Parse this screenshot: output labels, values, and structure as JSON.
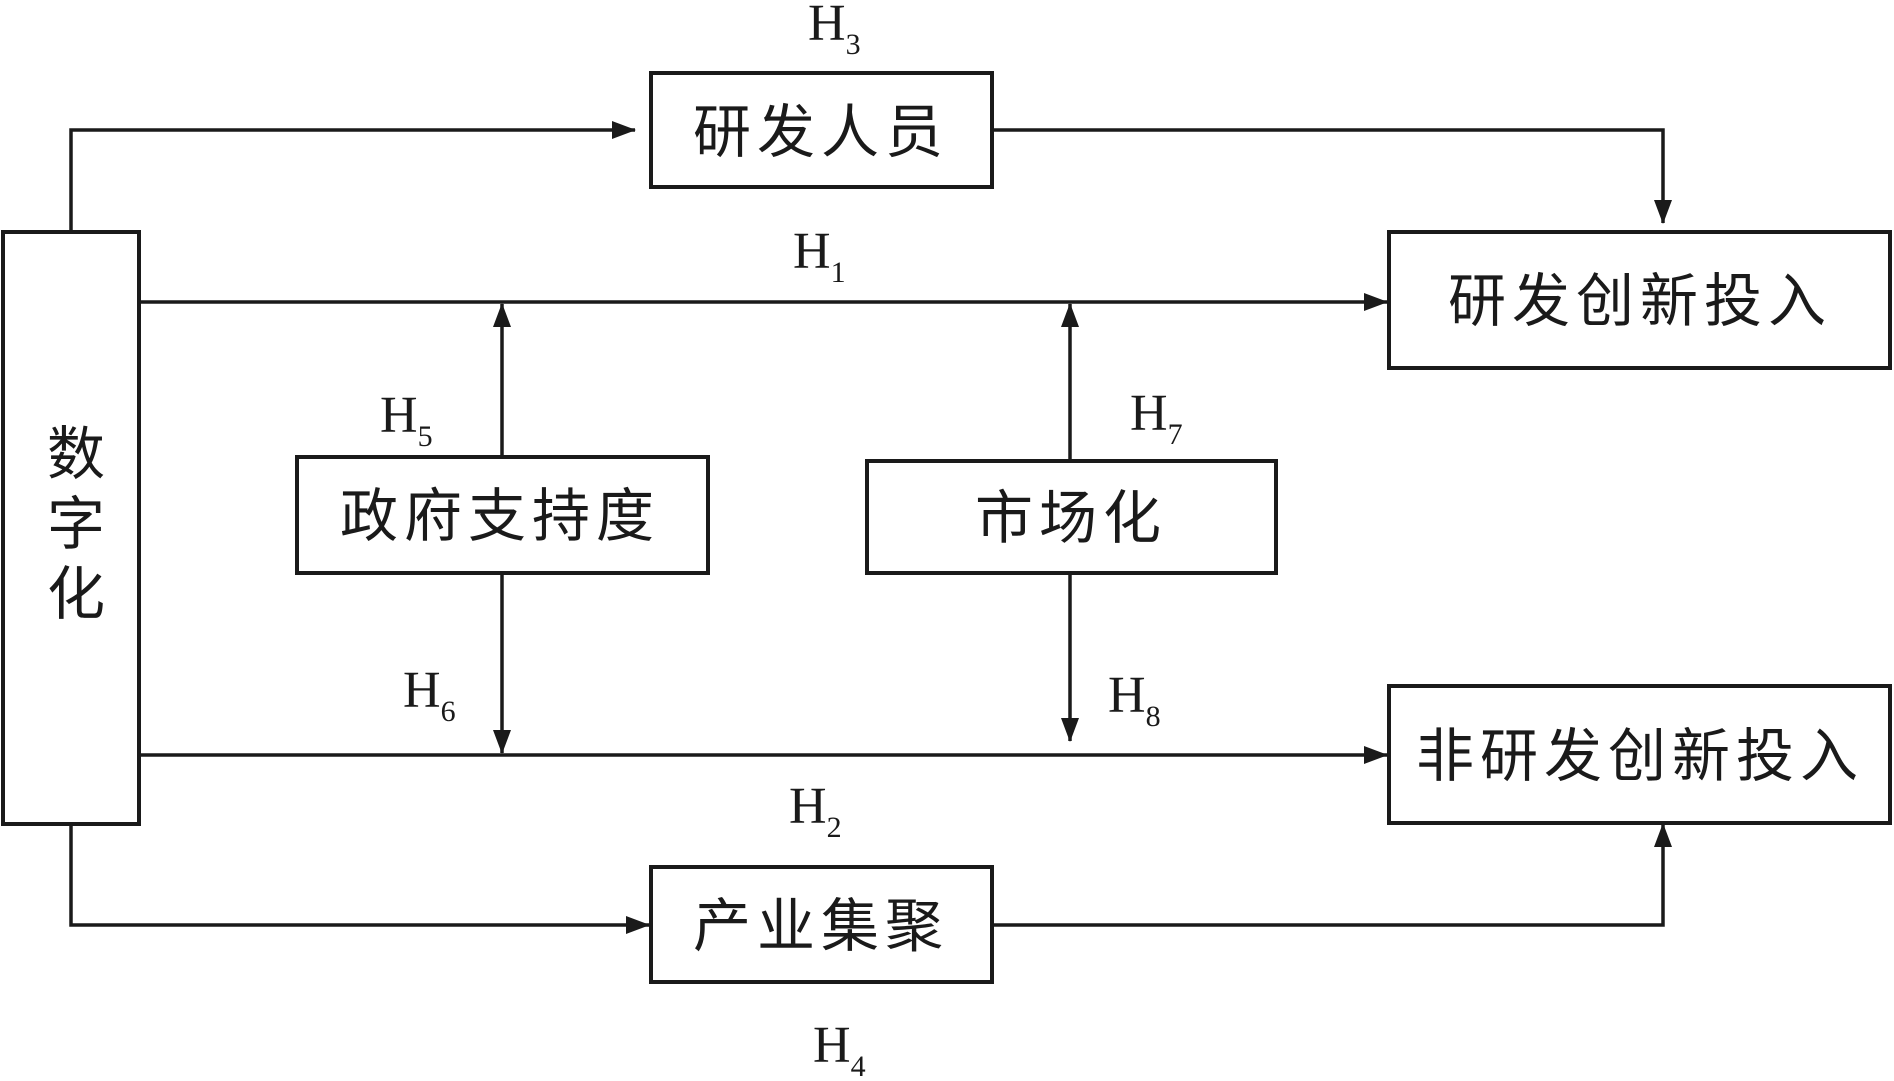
{
  "colors": {
    "stroke": "#1a1a1a",
    "background": "#ffffff"
  },
  "nodes": {
    "digitalization": "数字化",
    "rd_personnel": "研发人员",
    "rd_innovation_input": "研发创新投入",
    "government_support": "政府支持度",
    "marketization": "市场化",
    "non_rd_innovation_input": "非研发创新投入",
    "industrial_agglomeration": "产业集聚"
  },
  "hypotheses": {
    "h1": {
      "main": "H",
      "sub": "1"
    },
    "h2": {
      "main": "H",
      "sub": "2"
    },
    "h3": {
      "main": "H",
      "sub": "3"
    },
    "h4": {
      "main": "H",
      "sub": "4"
    },
    "h5": {
      "main": "H",
      "sub": "5"
    },
    "h6": {
      "main": "H",
      "sub": "6"
    },
    "h7": {
      "main": "H",
      "sub": "7"
    },
    "h8": {
      "main": "H",
      "sub": "8"
    }
  }
}
